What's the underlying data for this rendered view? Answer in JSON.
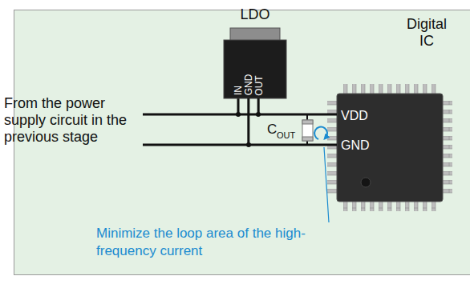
{
  "diagram": {
    "nodes": [
      {
        "text": [
          "LDO",
          "IN",
          "GND",
          "OUT"
        ]
      },
      {
        "text": [
          "Digital IC",
          "VDD",
          "GND"
        ]
      }
    ],
    "edges": [
      {
        "from": 0,
        "to": 1,
        "arrow": "none"
      },
      {
        "from": 0,
        "to": 1,
        "arrow": "none"
      }
    ],
    "labels": [
      "From the power supply circuit in the previous stage",
      "C",
      "OUT",
      "Minimize the loop area of the high-frequency current"
    ]
  }
}
